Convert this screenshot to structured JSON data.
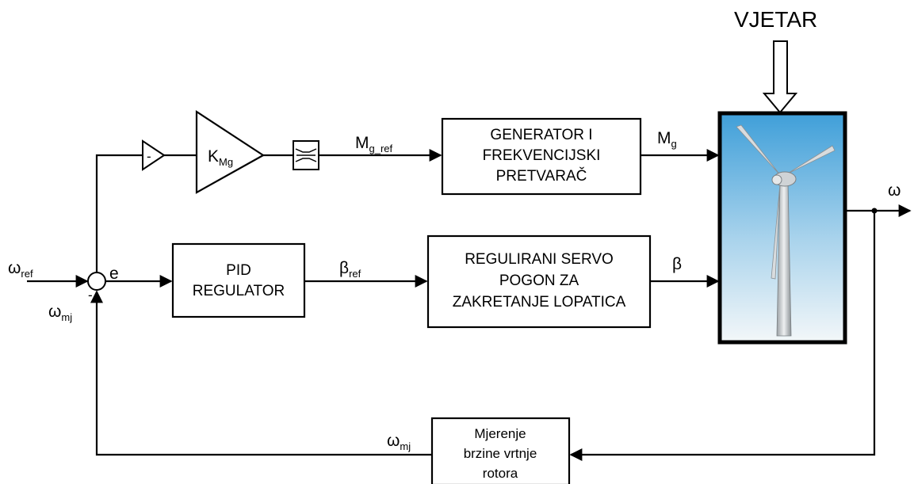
{
  "wind_label": "VJETAR",
  "blocks": {
    "generator": [
      "GENERATOR I",
      "FREKVENCIJSKI",
      "PRETVARAČ"
    ],
    "pid": [
      "PID",
      "REGULATOR"
    ],
    "servo": [
      "REGULIRANI SERVO",
      "POGON ZA",
      "ZAKRETANJE LOPATICA"
    ],
    "measure": [
      "Mjerenje",
      "brzine vrtnje",
      "rotora"
    ],
    "gain": "K",
    "gain_sub": "Mg",
    "inverter_sign": "-"
  },
  "signals": {
    "omega_ref": "ω",
    "omega_ref_sub": "ref",
    "error": "e",
    "omega_mj": "ω",
    "omega_mj_sub": "mj",
    "sum_minus": "-",
    "mg_ref": "M",
    "mg_ref_sub": "g_ref",
    "mg": "M",
    "mg_sub": "g",
    "beta_ref": "β",
    "beta_ref_sub": "ref",
    "beta": "β",
    "omega": "ω",
    "omega_mj_feedback": "ω",
    "omega_mj_feedback_sub": "mj"
  },
  "colors": {
    "line": "#000000",
    "sky_top": "#4aa6dc",
    "sky_bottom": "#f2f6f8",
    "turbine": "#cfd3d6"
  }
}
